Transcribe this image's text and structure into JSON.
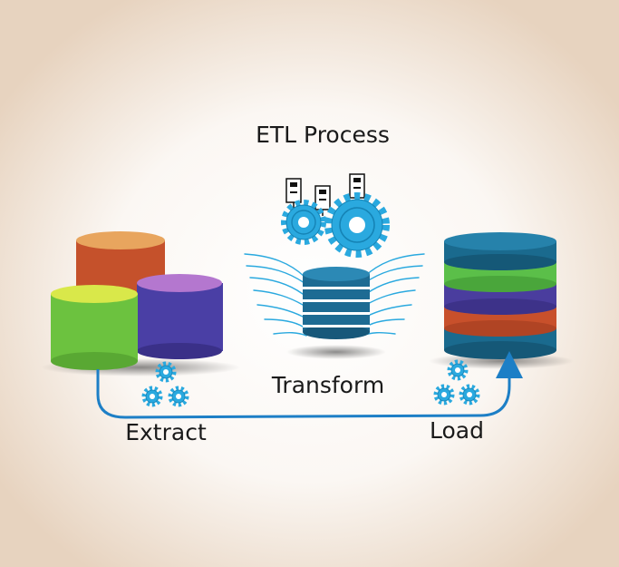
{
  "title": "ETL Process",
  "labels": {
    "extract": "Extract",
    "transform": "Transform",
    "load": "Load"
  },
  "colors": {
    "background_edge": "#e7d3bf",
    "background_center": "#ffffff",
    "gear": "#2aa9df",
    "gear_stroke": "#1583b5",
    "arrow": "#1d7fc6",
    "text": "#1a1a1a",
    "extract_cylinders": {
      "orange": "#c5512b",
      "green": "#6cc23f",
      "purple": "#4a3fa5"
    },
    "transform_stack": "#1d6b93",
    "load_stack": [
      "#1a6a8e",
      "#5bbf49",
      "#4a3d9e",
      "#c8502b",
      "#1a6a8e"
    ]
  },
  "icons": {
    "small_gear_clusters": "gear-cluster-icon",
    "transform_gears": "gear-icon",
    "data_flags": "document-flag-icon"
  }
}
